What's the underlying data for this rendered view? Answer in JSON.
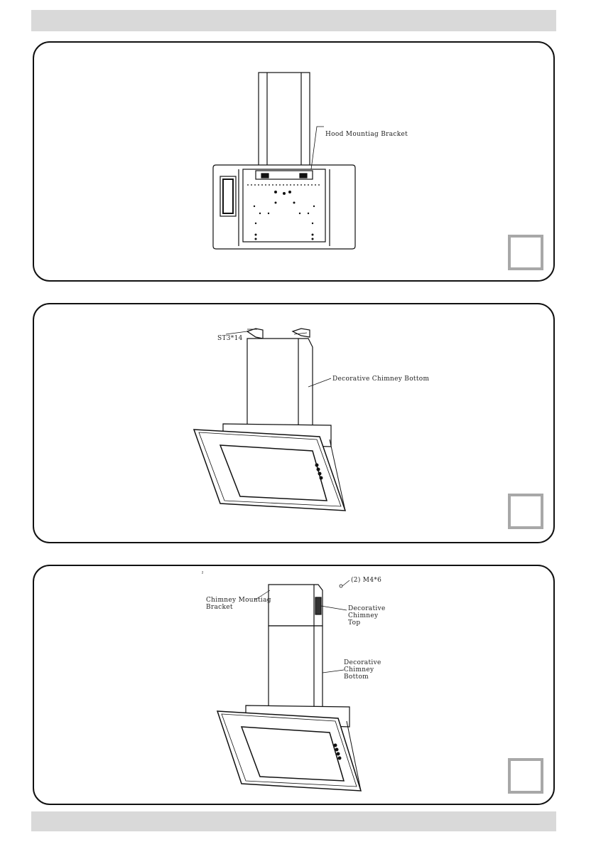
{
  "panels": [
    {
      "labels": {
        "bracket": "Hood Mountiag Bracket"
      }
    },
    {
      "labels": {
        "screw": "ST3*14",
        "chimney_bottom": "Decorative Chimney Bottom"
      }
    },
    {
      "labels": {
        "mark": "ˀ",
        "screw": "(2) M4*6",
        "bracket_l1": "Chimney Mountiag",
        "bracket_l2": "Bracket",
        "top_l1": "Decorative",
        "top_l2": "Chimney",
        "top_l3": "Top",
        "bottom_l1": "Decorative",
        "bottom_l2": "Chimney",
        "bottom_l3": "Bottom"
      }
    }
  ]
}
